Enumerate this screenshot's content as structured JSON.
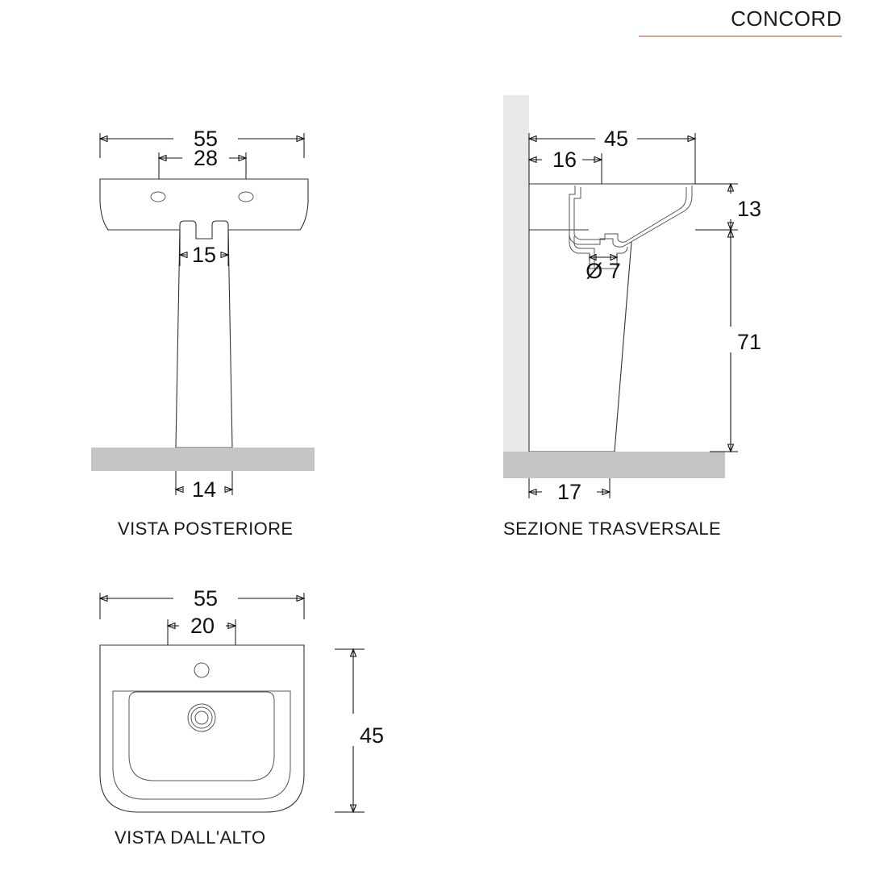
{
  "header": {
    "brand": "CONCORD",
    "rule_color": "#d9a48c"
  },
  "views": {
    "rear": {
      "label": "VISTA POSTERIORE",
      "dimensions": {
        "width_total": "55",
        "holes_spacing": "28",
        "pedestal_top": "15",
        "pedestal_base": "14"
      }
    },
    "section": {
      "label": "SEZIONE TRASVERSALE",
      "dimensions": {
        "depth_total": "45",
        "drain_offset": "16",
        "drain_diameter": "Ø 7",
        "basin_height": "13",
        "overall_height": "71",
        "base_depth": "17"
      }
    },
    "top": {
      "label": "VISTA DALL'ALTO",
      "dimensions": {
        "width_total": "55",
        "tap_zone": "20",
        "depth_total": "45"
      }
    }
  },
  "colors": {
    "line": "#333333",
    "floor": "#c4c4c4",
    "wall": "#e8e8e8",
    "accent": "#d9a48c"
  }
}
